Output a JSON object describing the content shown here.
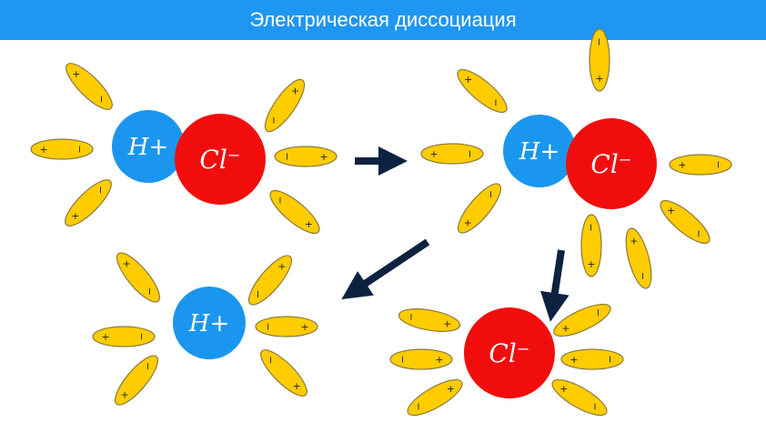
{
  "header": {
    "title": "Электрическая диссоциация"
  },
  "ions": {
    "h_label": "H+",
    "cl_label": "Cl⁻"
  },
  "signs": {
    "plus": "+",
    "minus": "−"
  },
  "colors": {
    "header": "#1e96f2",
    "hydrogen": "#1b96ee",
    "chlorine": "#f20d0d",
    "water_dipole": "#ffcc00",
    "water_outline": "#8a7a3a",
    "arrow": "#0d2240"
  }
}
